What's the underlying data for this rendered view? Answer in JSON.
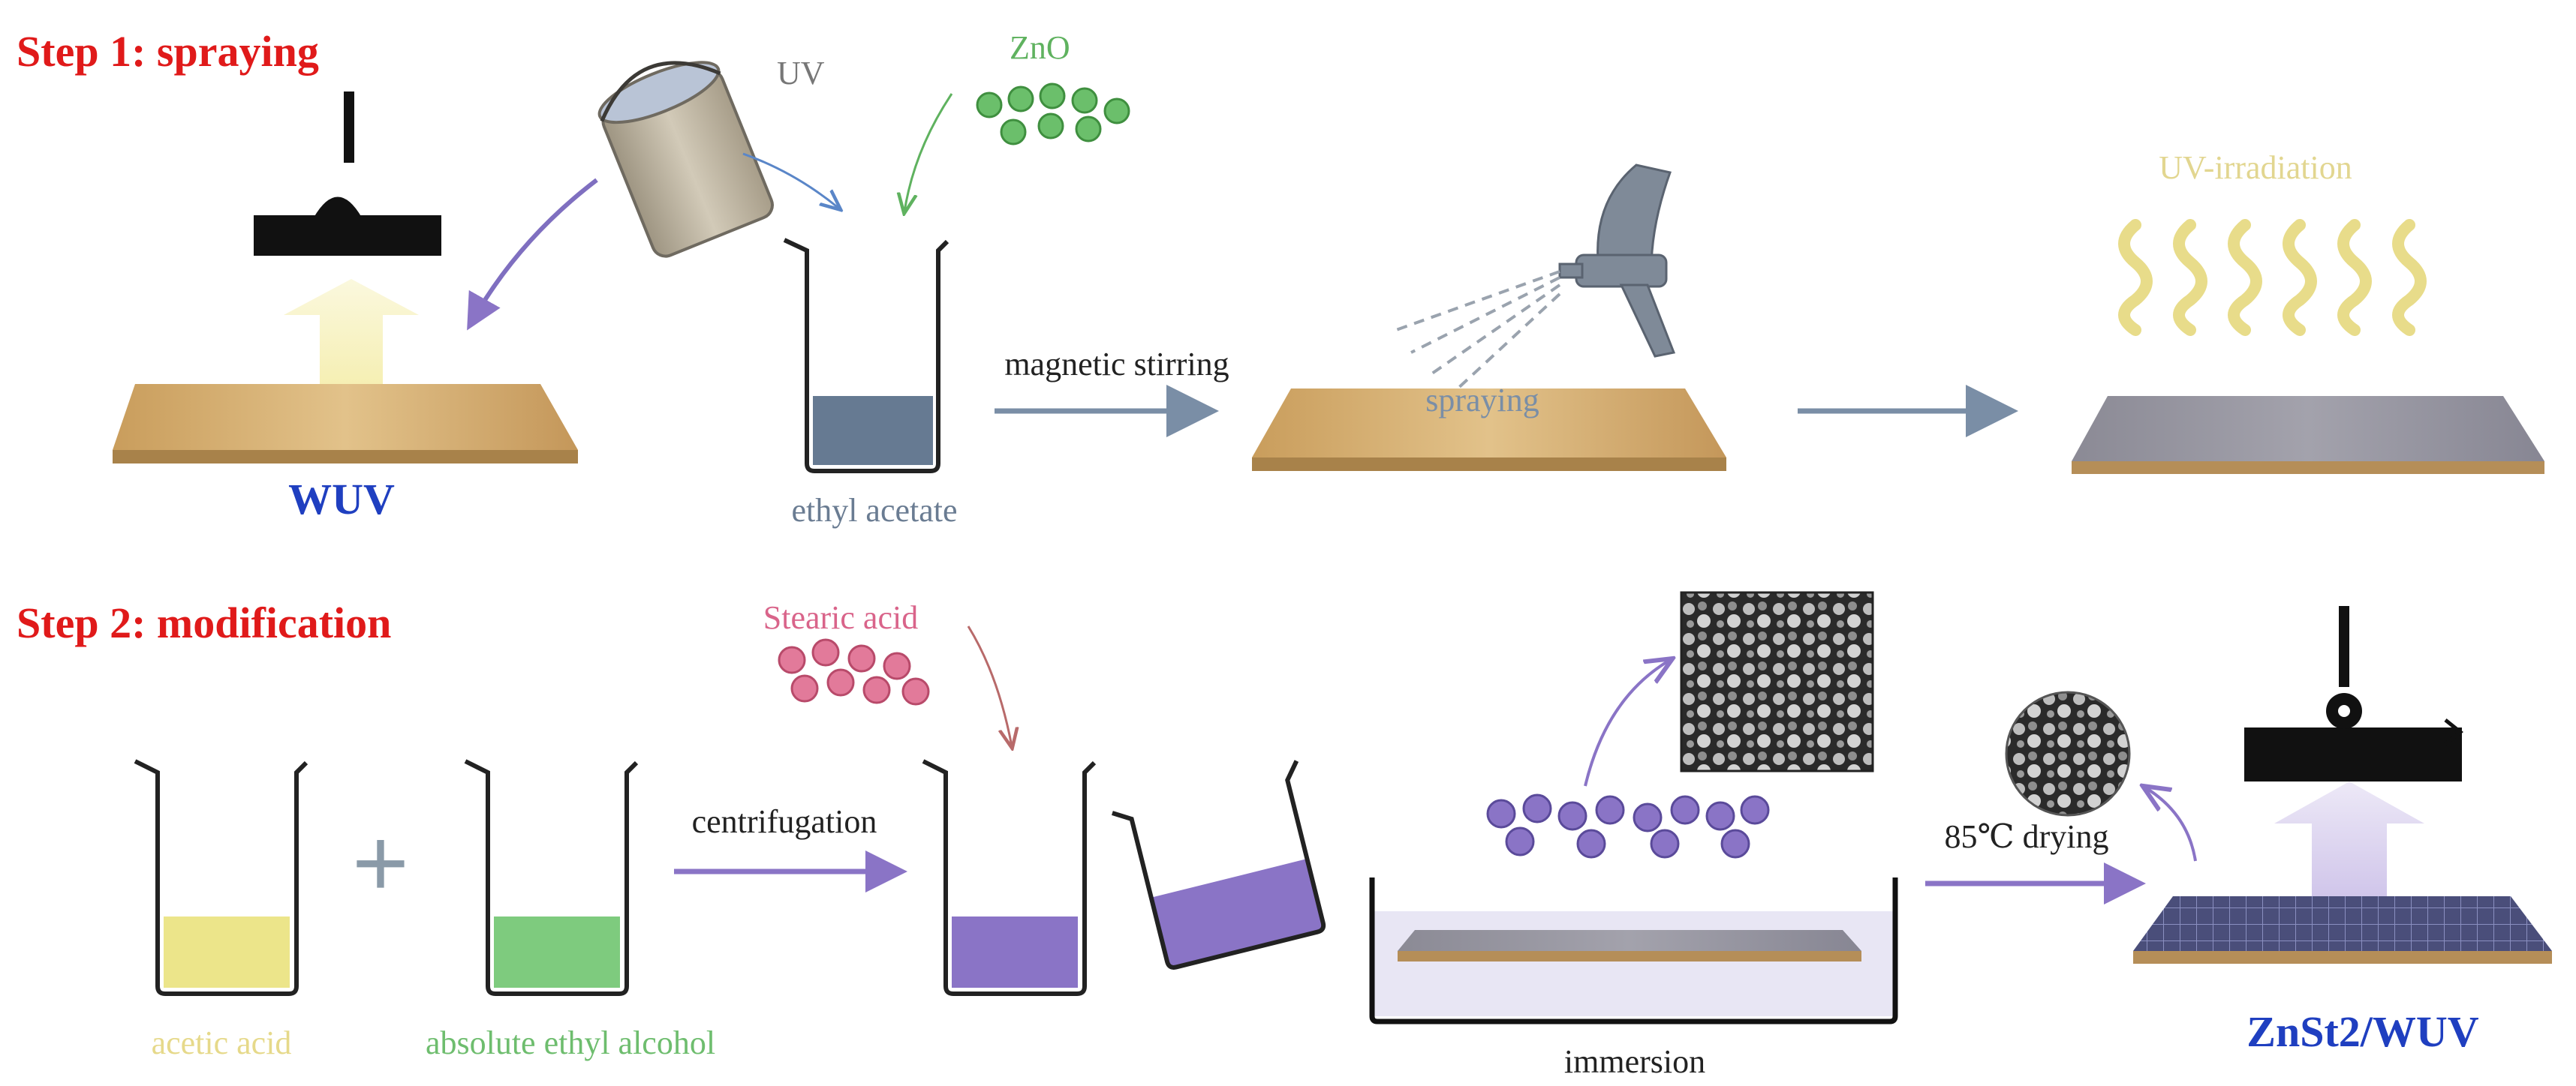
{
  "steps": {
    "step1": "Step 1: spraying",
    "step2": "Step 2: modification"
  },
  "labels": {
    "uv": "UV",
    "zno": "ZnO",
    "wuv": "WUV",
    "ethyl_acetate": "ethyl acetate",
    "magnetic_stirring": "magnetic stirring",
    "spraying": "spraying",
    "uv_irradiation": "UV-irradiation",
    "stearic_acid": "Stearic acid",
    "centrifugation": "centrifugation",
    "acetic_acid": "acetic acid",
    "absolute_ethyl_alcohol": "absolute ethyl alcohol",
    "immersion": "immersion",
    "drying": "85℃ drying",
    "product": "ZnSt2/WUV",
    "plus": "+"
  },
  "colors": {
    "step_red": "#e01a1a",
    "title_blue": "#1f3fc0",
    "wood": "#d7b57a",
    "wood_edge": "#a8824a",
    "uv_gray": "#8a8f99",
    "zno_green": "#6bbf6b",
    "stearic_pink": "#d9648a",
    "acetic_yellow": "#ece58a",
    "alcohol_green": "#7ecb7e",
    "purple_liquid": "#8a74c6",
    "slate_liquid": "#667a92",
    "uv_wave": "#e8dc8a"
  }
}
